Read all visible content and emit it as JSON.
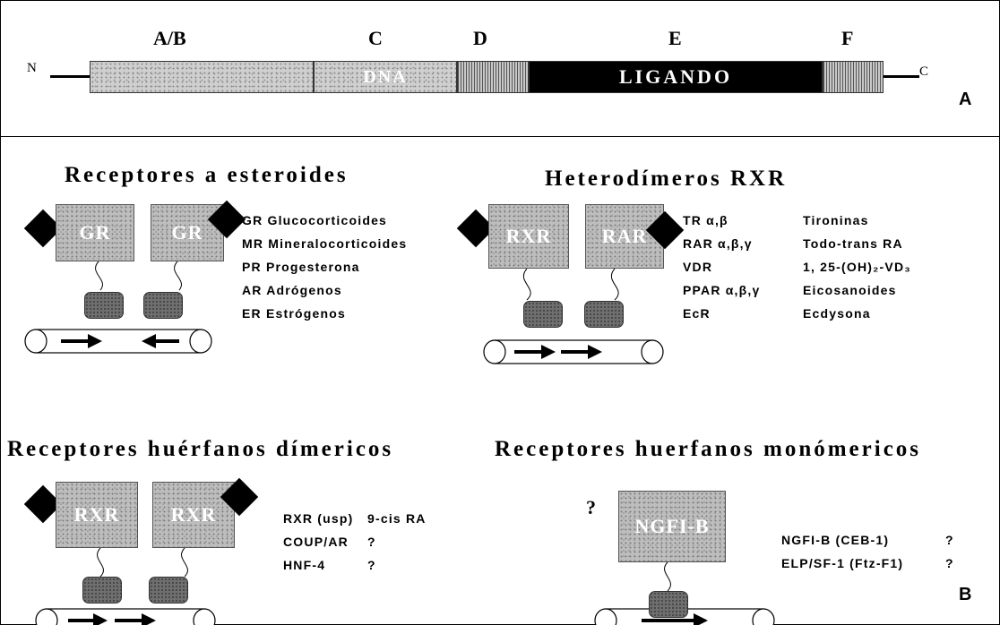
{
  "panel_a": {
    "label": "A",
    "n_terminus": "N",
    "c_terminus": "C",
    "domains": [
      "A/B",
      "C",
      "D",
      "E",
      "F"
    ],
    "dna_label": "DNA",
    "ligand_label": "LIGANDO"
  },
  "panel_b": {
    "label": "B",
    "steroid": {
      "title": "Receptores a esteroides",
      "box_left": "GR",
      "box_right": "GR",
      "items": [
        "GR Glucocorticoides",
        "MR Mineralocorticoides",
        "PR Progesterona",
        "AR Adrógenos",
        "ER Estrógenos"
      ]
    },
    "hetero": {
      "title": "Heterodímeros RXR",
      "box_left": "RXR",
      "box_right": "RAR",
      "items": [
        {
          "receptor": "TR α,β",
          "ligand": "Tironinas"
        },
        {
          "receptor": "RAR α,β,γ",
          "ligand": "Todo-trans RA"
        },
        {
          "receptor": "VDR",
          "ligand": "1, 25-(OH)₂-VD₃"
        },
        {
          "receptor": "PPAR α,β,γ",
          "ligand": "Eicosanoides"
        },
        {
          "receptor": "EcR",
          "ligand": "Ecdysona"
        }
      ]
    },
    "orphan_dimeric": {
      "title": "Receptores huérfanos dímericos",
      "box_left": "RXR",
      "box_right": "RXR",
      "items": [
        {
          "receptor": "RXR (usp)",
          "ligand": "9-cis RA"
        },
        {
          "receptor": "COUP/AR",
          "ligand": "?"
        },
        {
          "receptor": "HNF-4",
          "ligand": "?"
        }
      ]
    },
    "orphan_monomeric": {
      "title": "Receptores huerfanos monómericos",
      "box": "NGFI-B",
      "unknown_ligand": "?",
      "items": [
        {
          "receptor": "NGFI-B (CEB-1)",
          "ligand": "?"
        },
        {
          "receptor": "ELP/SF-1 (Ftz-F1)",
          "ligand": "?"
        }
      ]
    }
  }
}
